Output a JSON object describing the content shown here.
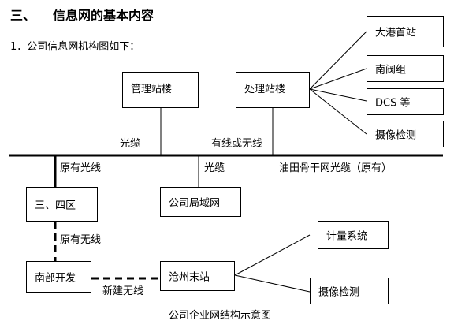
{
  "section": {
    "number": "三、",
    "title": "信息网的基本内容"
  },
  "intro": "1．公司信息网机构图如下：",
  "nodes": {
    "mgmt": "管理站楼",
    "proc": "处理站楼",
    "dagang": "大港首站",
    "nanfa": "南阀组",
    "dcs": "DCS 等",
    "camera1": "摄像检测",
    "sansi": "三、四区",
    "lan": "公司局域网",
    "nanbu": "南部开发",
    "cangzhou": "沧州末站",
    "meter": "计量系统",
    "camera2": "摄像检测"
  },
  "labels": {
    "fiber_left": "光缆",
    "wired_wireless": "有线或无线",
    "existing_fiber": "原有光线",
    "fiber_mid": "光缆",
    "backbone": "油田骨干网光缆（原有）",
    "existing_wireless": "原有无线",
    "new_wireless": "新建无线"
  },
  "caption": "公司企业网结构示意图"
}
